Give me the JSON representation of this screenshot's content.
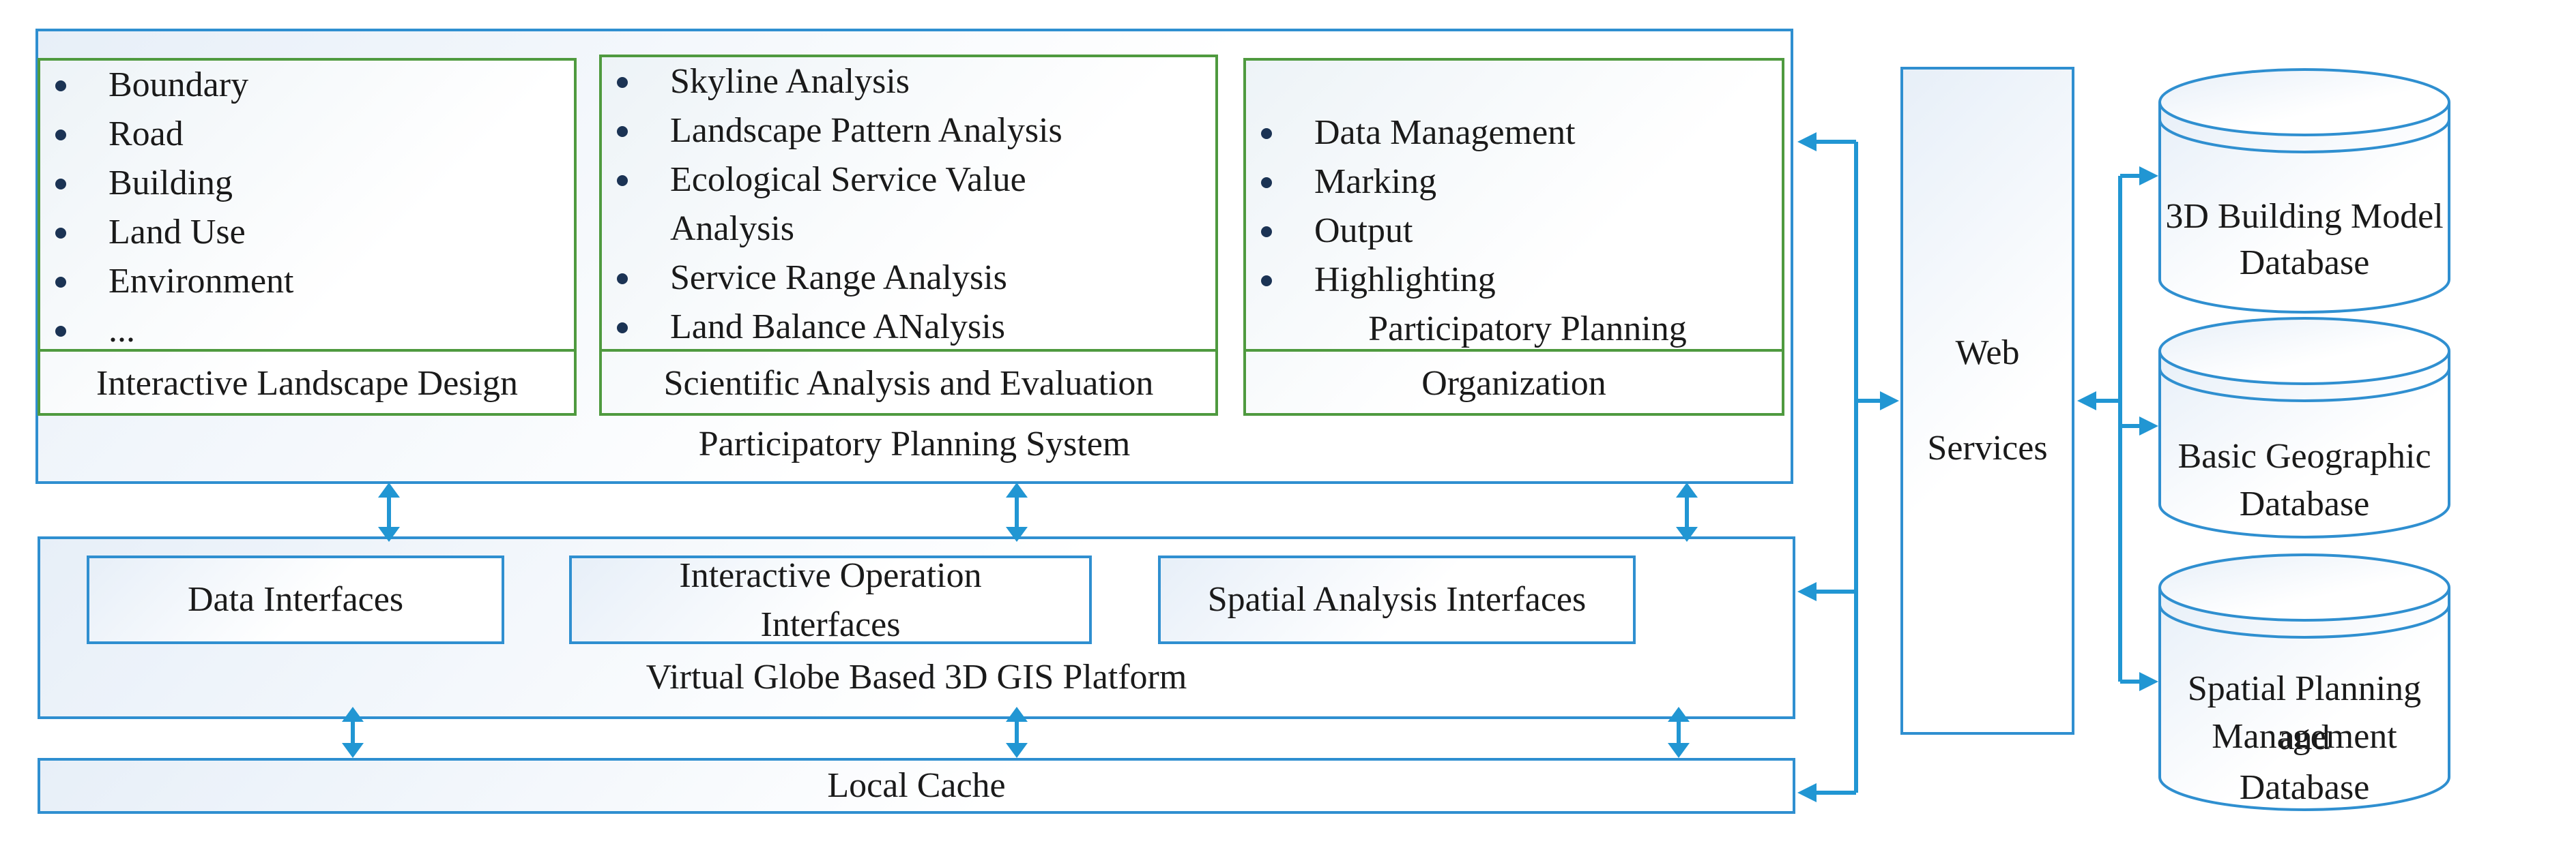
{
  "participatory_system": {
    "title": "Participatory Planning System",
    "design": {
      "items": [
        "Boundary",
        "Road",
        "Building",
        "Land Use",
        "Environment",
        "..."
      ],
      "label": "Interactive Landscape Design"
    },
    "analysis": {
      "items": [
        "Skyline Analysis",
        "Landscape Pattern Analysis",
        "Ecological Service Value Analysis",
        "Service Range Analysis",
        "Land Balance ANalysis"
      ],
      "label": "Scientific Analysis and Evaluation"
    },
    "organization": {
      "items": [
        "Data Management",
        "Marking",
        "Output",
        "Highlighting"
      ],
      "label_line1": "Participatory Planning",
      "label_line2": "Organization"
    }
  },
  "gis_platform": {
    "title": "Virtual Globe Based 3D GIS Platform",
    "data_interfaces": "Data Interfaces",
    "interactive_line1": "Interactive Operation",
    "interactive_line2": "Interfaces",
    "spatial_interfaces": "Spatial Analysis Interfaces"
  },
  "local_cache": "Local Cache",
  "web_services": {
    "line1": "Web",
    "line2": "Services"
  },
  "databases": [
    {
      "lines": [
        "3D Building Model",
        "Database"
      ]
    },
    {
      "lines": [
        "Basic Geographic",
        "Database"
      ]
    },
    {
      "lines": [
        "Spatial Planning and",
        "Management",
        "Database"
      ]
    }
  ],
  "colors": {
    "connector": "#2196d3",
    "blue_border": "#2f8fd0",
    "green_border": "#4f9a3f",
    "bullet": "#1b3354"
  }
}
